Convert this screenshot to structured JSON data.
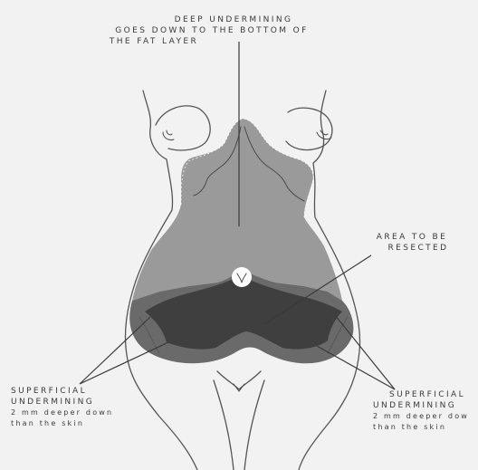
{
  "labels": {
    "deep_line1": "DEEP UNDERMINING",
    "deep_line2": "GOES DOWN TO THE BOTTOM OF",
    "deep_line3": "THE FAT LAYER",
    "resect_line1": "AREA TO BE",
    "resect_line2": "RESECTED",
    "left_sup_line1": "SUPERFICIAL",
    "left_sup_line2": "UNDERMINING",
    "left_sup_line3": "2 mm deeper down",
    "left_sup_line4": "than the skin",
    "right_sup_line1": "SUPERFICIAL",
    "right_sup_line2": "UNDERMINING",
    "right_sup_line3": "2 mm deeper dow",
    "right_sup_line4": "than the skin"
  },
  "colors": {
    "background": "#f2f2f2",
    "deep_zone": "#9a9a9a",
    "superficial_zone": "#6a6a6a",
    "resection_area": "#3f3f3f",
    "outline": "#555555",
    "navel": "#ffffff"
  }
}
